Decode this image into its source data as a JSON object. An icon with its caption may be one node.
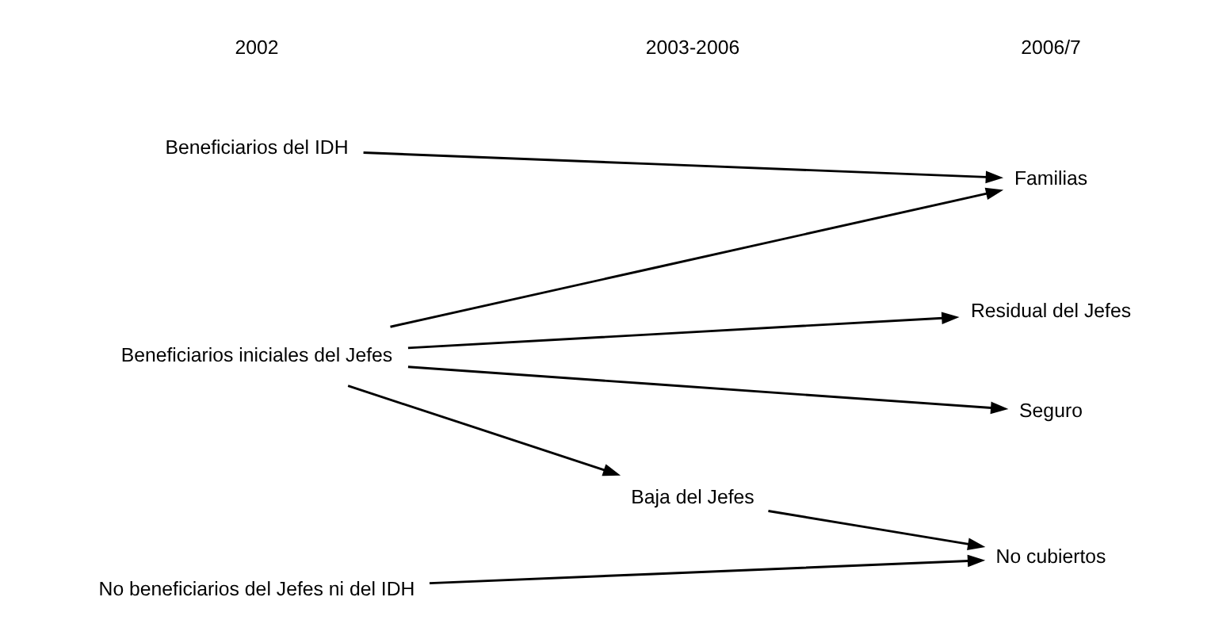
{
  "diagram": {
    "nodes": [
      {
        "text": [
          "Beneficiarios del IDH"
        ]
      },
      {
        "text": [
          "Familias"
        ]
      },
      {
        "text": [
          "Beneficiarios iniciales del Jefes"
        ]
      },
      {
        "text": [
          "Residual del Jefes"
        ]
      },
      {
        "text": [
          "Seguro"
        ]
      },
      {
        "text": [
          "Baja del Jefes"
        ]
      },
      {
        "text": [
          "No beneficiarios del Jefes ni del IDH"
        ]
      },
      {
        "text": [
          "No cubiertos"
        ]
      }
    ],
    "edges": [
      {
        "from": 0,
        "to": 1,
        "arrow": "to"
      },
      {
        "from": 2,
        "to": 1,
        "arrow": "to"
      },
      {
        "from": 2,
        "to": 3,
        "arrow": "to"
      },
      {
        "from": 2,
        "to": 4,
        "arrow": "to"
      },
      {
        "from": 2,
        "to": 5,
        "arrow": "to"
      },
      {
        "from": 5,
        "to": 7,
        "arrow": "to"
      },
      {
        "from": 6,
        "to": 7,
        "arrow": "to"
      }
    ],
    "labels": [
      "2002",
      "2003-2006",
      "2006/7"
    ]
  }
}
